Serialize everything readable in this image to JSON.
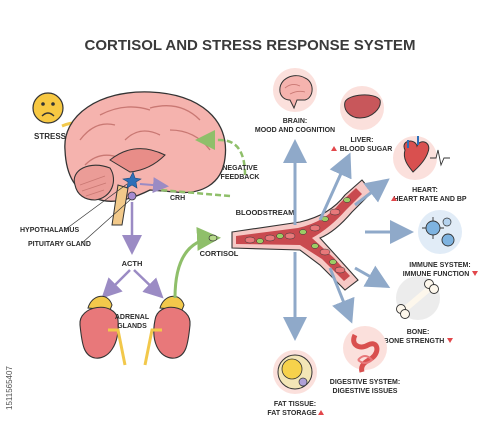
{
  "title": "CORTISOL AND STRESS RESPONSE SYSTEM",
  "labels": {
    "stress": "STRESS",
    "hypothalamus": "HYPOTHALAMUS",
    "pituitary_gland": "PITUITARY GLAND",
    "crh": "CRH",
    "negative_feedback_1": "NEGATIVE",
    "negative_feedback_2": "FEEDBACK",
    "acth": "ACTH",
    "adrenal_glands_1": "ADRENAL",
    "adrenal_glands_2": "GLANDS",
    "cortisol": "CORTISOL",
    "bloodstream": "BLOODSTREAM"
  },
  "targets": {
    "brain": {
      "name": "BRAIN:",
      "effect": "MOOD AND COGNITION",
      "arrow": ""
    },
    "liver": {
      "name": "LIVER:",
      "effect": "BLOOD SUGAR",
      "arrow": "up"
    },
    "heart": {
      "name": "HEART:",
      "effect": "HEART RATE AND BP",
      "arrow": "up"
    },
    "immune": {
      "name": "IMMUNE SYSTEM:",
      "effect": "IMMUNE FUNCTION",
      "arrow": "down"
    },
    "bone": {
      "name": "BONE:",
      "effect": "BONE STRENGTH",
      "arrow": "down"
    },
    "digestive": {
      "name": "DIGESTIVE SYSTEM:",
      "effect": "DIGESTIVE ISSUES",
      "arrow": ""
    },
    "fat": {
      "name": "FAT TISSUE:",
      "effect": "FAT STORAGE",
      "arrow": "up"
    }
  },
  "watermark": "1511565407",
  "colors": {
    "increase_arrow": "#e2474b",
    "decrease_arrow": "#e2474b",
    "pathway_arrow": "#8fa9c9",
    "feedback_arrow": "#8fbf6a",
    "vessel": "#c94a4f",
    "brain_tissue": "#f2a9a5",
    "face": "#f7c842"
  }
}
